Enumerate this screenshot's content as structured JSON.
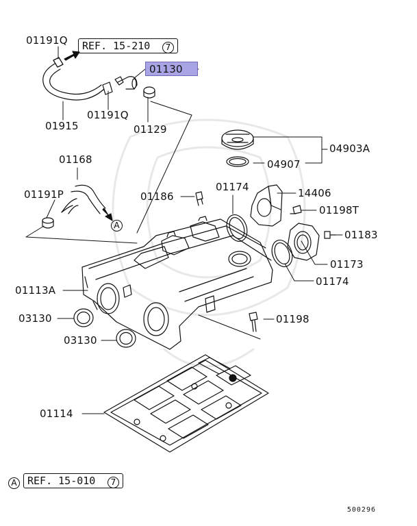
{
  "callouts": {
    "p01191Q_top": "01191Q",
    "p01130": "01130",
    "p01915": "01915",
    "p01191Q_mid": "01191Q",
    "p01129": "01129",
    "p04903A": "04903A",
    "p04907": "04907",
    "p01168": "01168",
    "p01191P": "01191P",
    "p01186": "01186",
    "p01174_top": "01174",
    "p14406": "14406",
    "p01198T": "01198T",
    "p01183": "01183",
    "p01173": "01173",
    "p01174_right": "01174",
    "p01113A": "01113A",
    "p03130_a": "03130",
    "p03130_b": "03130",
    "p01198": "01198",
    "p01114": "01114"
  },
  "refs": {
    "top": {
      "text": "REF. 15-210",
      "num": "7"
    },
    "bottom": {
      "text": "REF. 15-010",
      "num": "7"
    }
  },
  "marker": "A",
  "diagram_number": "500296",
  "highlight_color": "#a9a4e3"
}
